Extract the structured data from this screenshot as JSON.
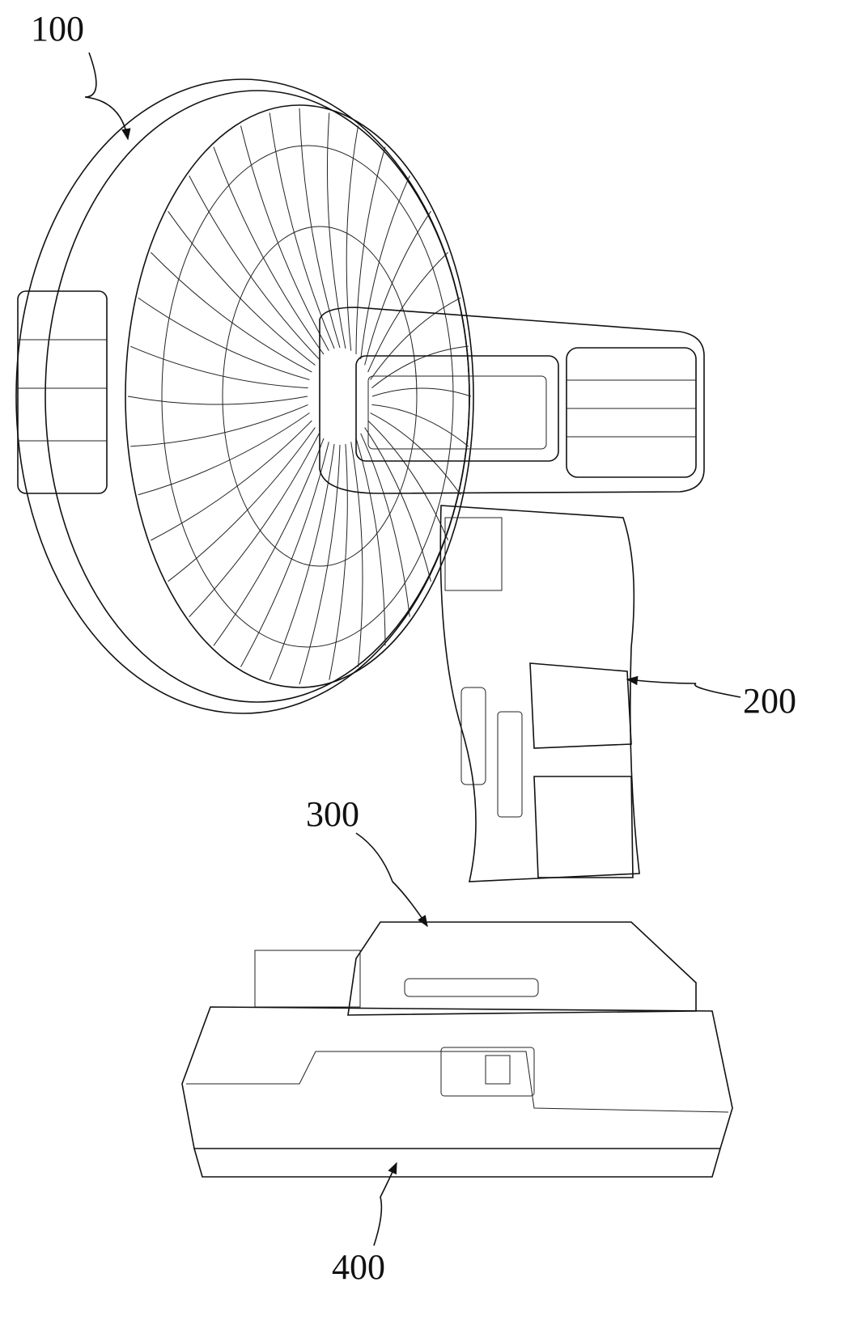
{
  "figure": {
    "reference_numerals": [
      {
        "id": "fan_head",
        "label": "100"
      },
      {
        "id": "handle_body",
        "label": "200"
      },
      {
        "id": "base",
        "label": "300"
      },
      {
        "id": "battery_pack",
        "label": "400"
      }
    ]
  }
}
